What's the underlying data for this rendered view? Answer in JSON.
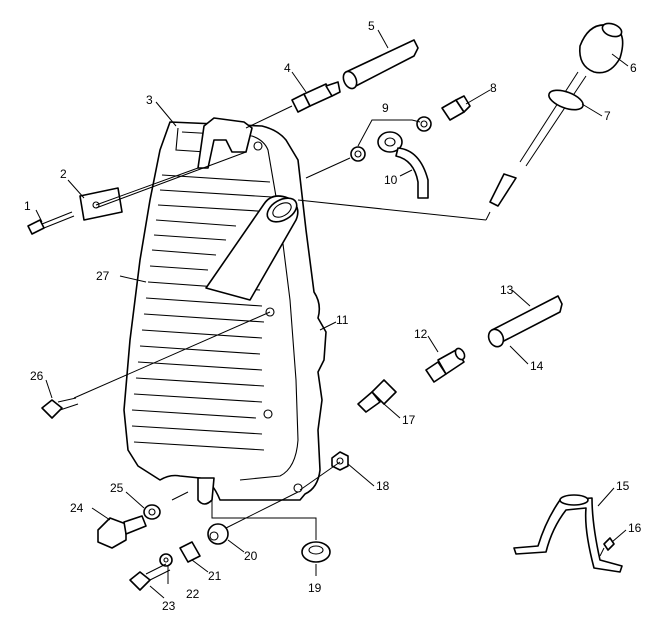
{
  "callouts": [
    {
      "id": "1",
      "text": "1"
    },
    {
      "id": "2",
      "text": "2"
    },
    {
      "id": "3",
      "text": "3"
    },
    {
      "id": "4",
      "text": "4"
    },
    {
      "id": "5",
      "text": "5"
    },
    {
      "id": "6",
      "text": "6"
    },
    {
      "id": "7",
      "text": "7"
    },
    {
      "id": "8",
      "text": "8"
    },
    {
      "id": "9",
      "text": "9"
    },
    {
      "id": "10",
      "text": "10"
    },
    {
      "id": "11",
      "text": "11"
    },
    {
      "id": "12",
      "text": "12"
    },
    {
      "id": "13",
      "text": "13"
    },
    {
      "id": "14",
      "text": "14"
    },
    {
      "id": "15",
      "text": "15"
    },
    {
      "id": "16",
      "text": "16"
    },
    {
      "id": "17",
      "text": "17"
    },
    {
      "id": "18",
      "text": "18"
    },
    {
      "id": "19",
      "text": "19"
    },
    {
      "id": "20",
      "text": "20"
    },
    {
      "id": "21",
      "text": "21"
    },
    {
      "id": "22",
      "text": "22"
    },
    {
      "id": "23",
      "text": "23"
    },
    {
      "id": "24",
      "text": "24"
    },
    {
      "id": "25",
      "text": "25"
    },
    {
      "id": "26",
      "text": "26"
    },
    {
      "id": "27",
      "text": "27"
    }
  ]
}
